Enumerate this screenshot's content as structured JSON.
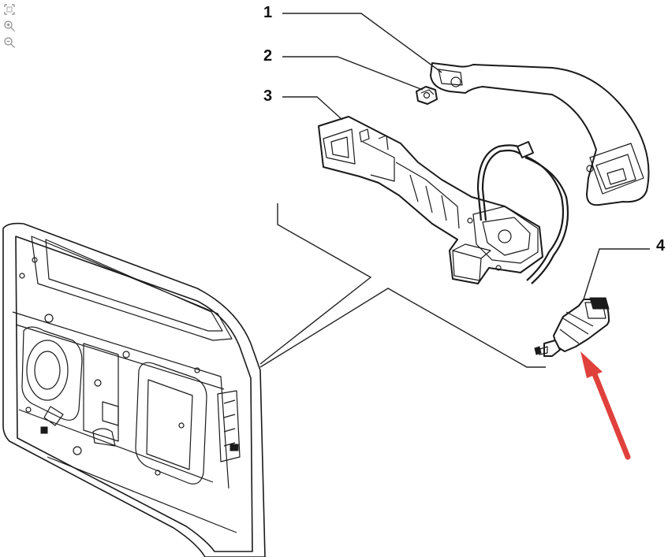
{
  "toolbar": {
    "items": [
      {
        "name": "fit-to-screen-icon"
      },
      {
        "name": "zoom-in-icon"
      },
      {
        "name": "zoom-out-icon"
      }
    ]
  },
  "callouts": [
    {
      "id": "1",
      "label": "1"
    },
    {
      "id": "2",
      "label": "2"
    },
    {
      "id": "3",
      "label": "3"
    },
    {
      "id": "4",
      "label": "4"
    }
  ],
  "arrow": {
    "color": "#e0413c"
  }
}
